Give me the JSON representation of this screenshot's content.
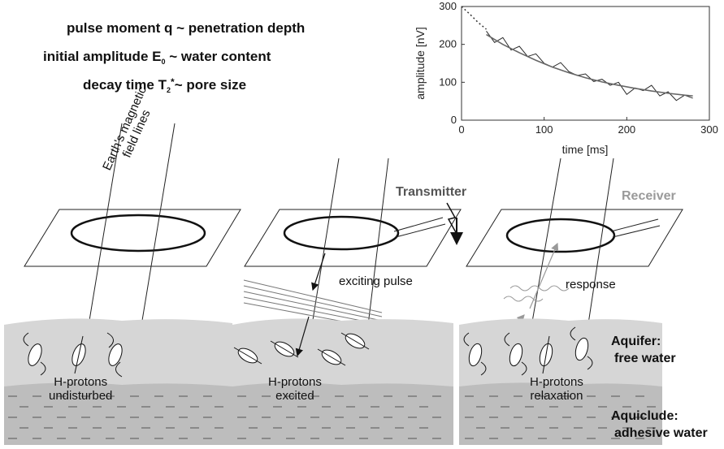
{
  "header": {
    "line1": "pulse moment q ~ penetration depth",
    "line2_pre": "initial amplitude E",
    "line2_sub": "0",
    "line2_post": " ~ water content",
    "line3_pre": "decay time T",
    "line3_sub": "2",
    "line3_sup": "*",
    "line3_post": "~ pore size"
  },
  "labels": {
    "field_lines_1": "Earth's magnetic",
    "field_lines_2": "field lines",
    "transmitter": "Transmitter",
    "receiver": "Receiver",
    "exciting_pulse": "exciting pulse",
    "response": "response",
    "panel1_state_1": "H-protons",
    "panel1_state_2": "undisturbed",
    "panel2_state_1": "H-protons",
    "panel2_state_2": "excited",
    "panel3_state_1": "H-protons",
    "panel3_state_2": "relaxation",
    "aquifer_1": "Aquifer:",
    "aquifer_2": "free water",
    "aquiclude_1": "Aquiclude:",
    "aquiclude_2": "adhesive water"
  },
  "colors": {
    "aquifer": "#d6d6d6",
    "aquiclude": "#bdbdbd",
    "receiver_text": "#9a9a9a",
    "signal_line": "#2a2a2a",
    "fit_line": "#666666"
  },
  "chart_data": {
    "type": "line",
    "xlabel": "time [ms]",
    "ylabel": "amplitude [nV]",
    "xlim": [
      0,
      300
    ],
    "ylim": [
      0,
      300
    ],
    "xticks": [
      "0",
      "100",
      "200",
      "300"
    ],
    "yticks": [
      "0",
      "100",
      "200",
      "300"
    ],
    "series": [
      {
        "style": "noisy-measured",
        "x": [
          30,
          40,
          50,
          60,
          70,
          80,
          90,
          100,
          110,
          120,
          130,
          140,
          150,
          160,
          170,
          180,
          190,
          200,
          210,
          220,
          230,
          240,
          250,
          260,
          270,
          280
        ],
        "y": [
          235,
          205,
          218,
          185,
          195,
          168,
          175,
          150,
          140,
          152,
          128,
          118,
          122,
          102,
          108,
          92,
          100,
          68,
          85,
          78,
          92,
          64,
          75,
          52,
          66,
          58
        ]
      },
      {
        "style": "smooth-fit",
        "x": [
          30,
          50,
          70,
          90,
          110,
          130,
          150,
          170,
          190,
          210,
          230,
          250,
          270,
          280
        ],
        "y": [
          226,
          200,
          178,
          158,
          140,
          125,
          112,
          101,
          92,
          84,
          77,
          71,
          66,
          64
        ]
      },
      {
        "style": "dotted-extrapolation",
        "x": [
          0,
          10,
          20,
          30
        ],
        "y": [
          300,
          280,
          258,
          240
        ]
      }
    ]
  }
}
